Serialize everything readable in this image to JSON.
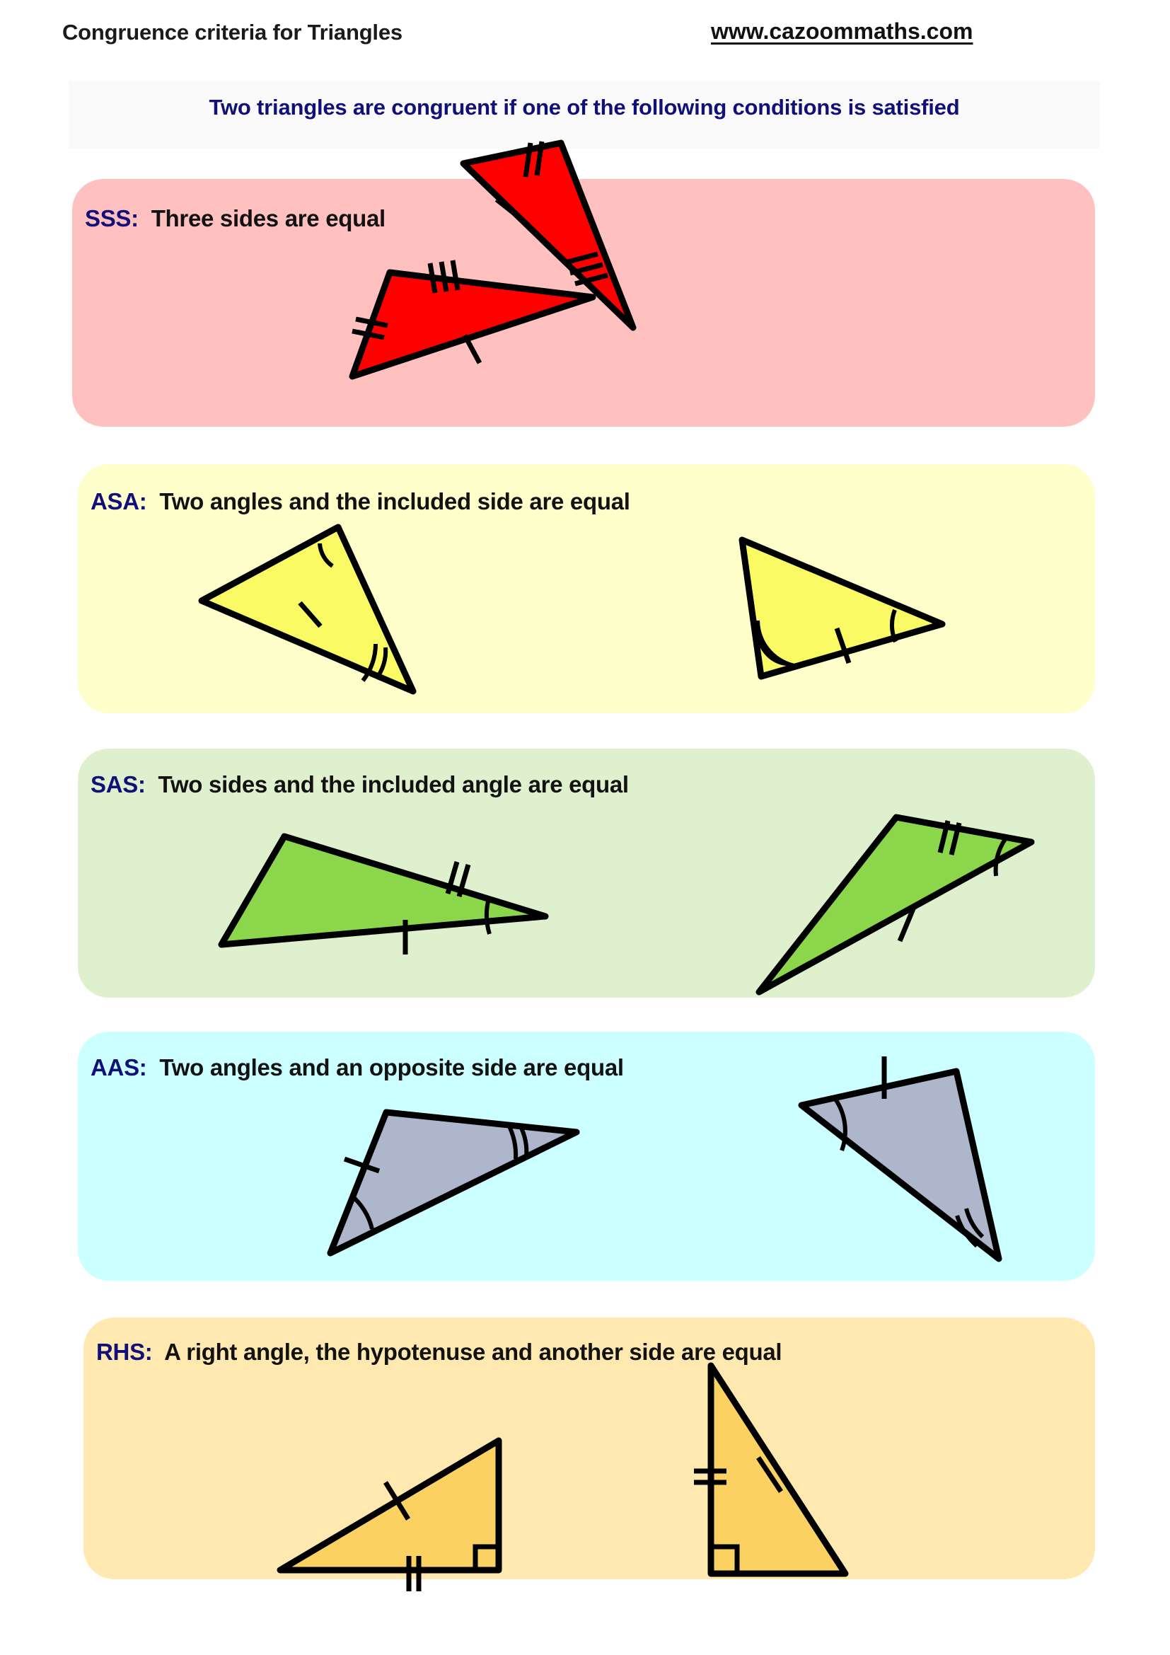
{
  "header": {
    "title": "Congruence criteria for Triangles",
    "website": "www.cazoommaths.com"
  },
  "subtitle": {
    "text": "Two triangles are congruent if one of the following conditions is satisfied"
  },
  "criteria": [
    {
      "code": "SSS:",
      "description": "Three sides are equal",
      "panel_color": "#FFC0C0",
      "shape_fill": "#FF0000",
      "marks": "three-sides-tick-marks"
    },
    {
      "code": "ASA:",
      "description": "Two angles and the included side are equal",
      "panel_color": "#FFFFCC",
      "shape_fill": "#FAFA64",
      "marks": "two-angle-arcs-and-one-side-tick"
    },
    {
      "code": "SAS:",
      "description": "Two sides and the included angle are equal",
      "panel_color": "#DEF0CE",
      "shape_fill": "#8CD64B",
      "marks": "two-side-ticks-and-one-angle-arc"
    },
    {
      "code": "AAS:",
      "description": "Two angles and an opposite side are equal",
      "panel_color": "#CCFFFF",
      "shape_fill": "#AEB6CC",
      "marks": "two-angle-arcs-and-opposite-side-tick"
    },
    {
      "code": "RHS:",
      "description": "A right angle, the hypotenuse and another side are equal",
      "panel_color": "#FFE9B0",
      "shape_fill": "#FBD262",
      "marks": "right-angle-square-hypotenuse-tick-and-side-double-tick"
    }
  ],
  "colors": {
    "heading_code": "#101078",
    "heading_text": "#121212",
    "subtitle": "#10107A",
    "stroke": "#000000",
    "page_background": "#FFFFFF"
  }
}
